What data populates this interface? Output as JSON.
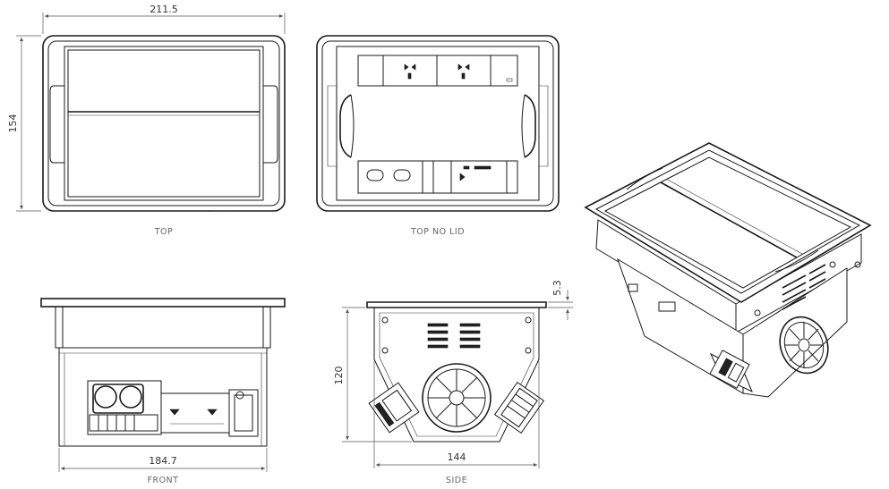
{
  "views": {
    "top": {
      "label": "TOP"
    },
    "top_no_lid": {
      "label": "TOP NO LID"
    },
    "front": {
      "label": "FRONT"
    },
    "side": {
      "label": "SIDE"
    }
  },
  "dimensions": {
    "top_width": "211.5",
    "top_depth": "154",
    "front_width": "184.7",
    "side_height": "120",
    "side_width": "144",
    "lip_thickness": "5.3"
  },
  "colors": {
    "line": "#1a1a1a",
    "dimension": "#555555",
    "caption": "#666666"
  }
}
